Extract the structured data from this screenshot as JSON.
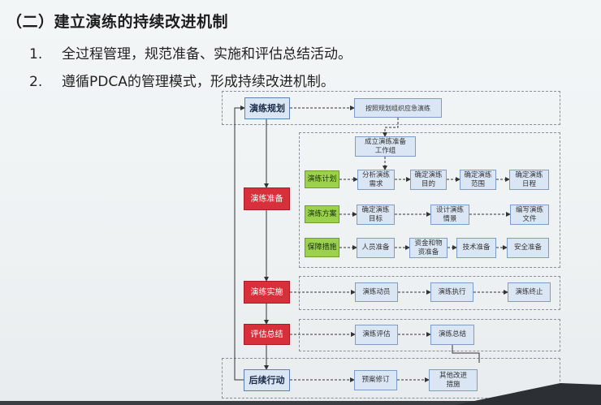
{
  "title": "（二）建立演练的持续改进机制",
  "points": [
    {
      "num": "1.",
      "text": "全过程管理，规范准备、实施和评估总结活动。"
    },
    {
      "num": "2.",
      "text": "遵循PDCA的管理模式，形成持续改进机制。"
    }
  ],
  "stages": {
    "planning": "演练规划",
    "preparation": "演练准备",
    "implementation": "演练实施",
    "evaluation": "评估总结",
    "followup": "后续行动"
  },
  "planning_task": "按照规划组织应急演练",
  "prep_group": "成立演练准备\n工作组",
  "categories": {
    "plan": "演练计划",
    "scheme": "演练方案",
    "support": "保障措施"
  },
  "plan_steps": [
    "分析演练\n需求",
    "确定演练\n目的",
    "确定演练\n范围",
    "确定演练\n日程"
  ],
  "scheme_steps": [
    "确定演练\n目标",
    "设计演练\n情景",
    "编写演练\n文件"
  ],
  "support_steps": [
    "人员准备",
    "资金和物\n资准备",
    "技术准备",
    "安全准备"
  ],
  "implementation_steps": [
    "演练动员",
    "演练执行",
    "演练终止"
  ],
  "evaluation_steps": [
    "演练评估",
    "演练总结"
  ],
  "followup_steps": [
    "预案修订",
    "其他改进\n措施"
  ]
}
